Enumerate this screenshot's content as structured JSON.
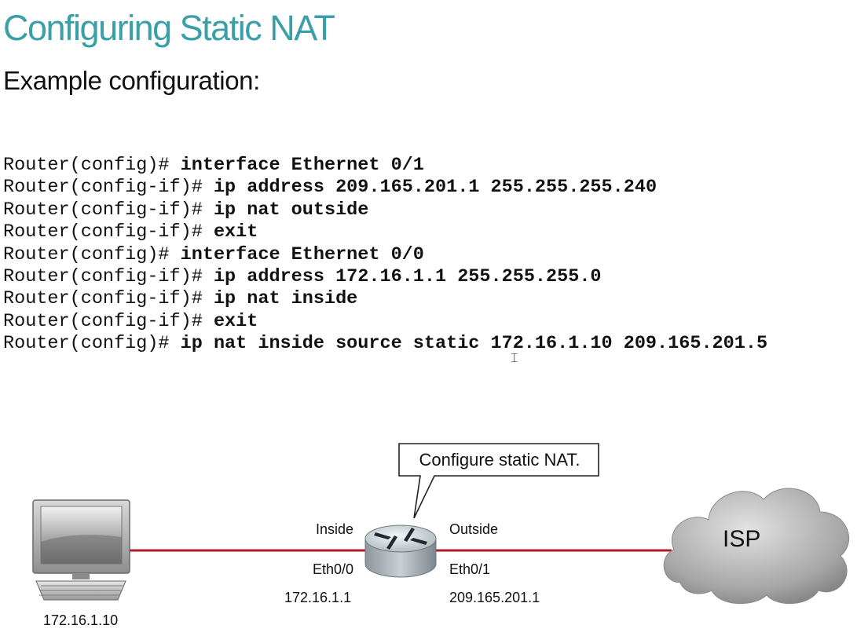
{
  "slide": {
    "title": "Configuring Static NAT",
    "subtitle": "Example configuration:"
  },
  "cli": [
    {
      "prompt": "Router(config)# ",
      "command": "interface Ethernet 0/1"
    },
    {
      "prompt": "Router(config-if)# ",
      "command": "ip address 209.165.201.1 255.255.255.240"
    },
    {
      "prompt": "Router(config-if)# ",
      "command": "ip nat outside"
    },
    {
      "prompt": "Router(config-if)# ",
      "command": "exit"
    },
    {
      "prompt": "Router(config)# ",
      "command": "interface Ethernet 0/0"
    },
    {
      "prompt": "Router(config-if)# ",
      "command": "ip address 172.16.1.1 255.255.255.0"
    },
    {
      "prompt": "Router(config-if)# ",
      "command": "ip nat inside"
    },
    {
      "prompt": "Router(config-if)# ",
      "command": "exit"
    },
    {
      "prompt": "Router(config)# ",
      "command": "ip nat inside source static 172.16.1.10 209.165.201.5"
    }
  ],
  "diagram": {
    "callout": "Configure static NAT.",
    "pc_ip": "172.16.1.10",
    "inside_label": "Inside",
    "outside_label": "Outside",
    "inside_interface": "Eth0/0",
    "outside_interface": "Eth0/1",
    "inside_ip": "172.16.1.1",
    "outside_ip": "209.165.201.1",
    "isp_label": "ISP",
    "link_color": "#b01a2e"
  },
  "icons": {
    "pc": "desktop-computer-icon",
    "router": "router-icon",
    "cloud": "cloud-icon",
    "cursor": "text-cursor-icon"
  }
}
